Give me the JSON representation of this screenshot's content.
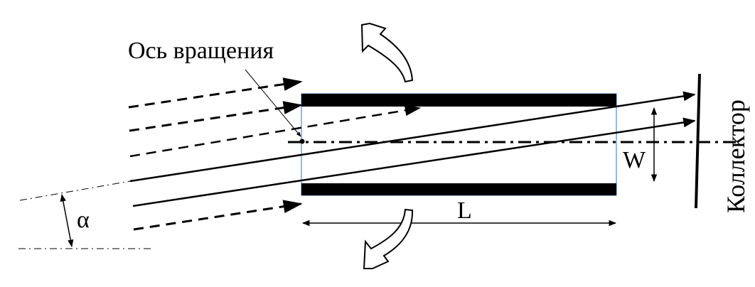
{
  "labels": {
    "rotation_axis": "Ось вращения",
    "collector": "Коллектор",
    "length": "L",
    "width": "W",
    "angle": "α"
  },
  "colors": {
    "plate": "#000000",
    "channel_outline": "#2e75b6",
    "ink": "#000000"
  }
}
